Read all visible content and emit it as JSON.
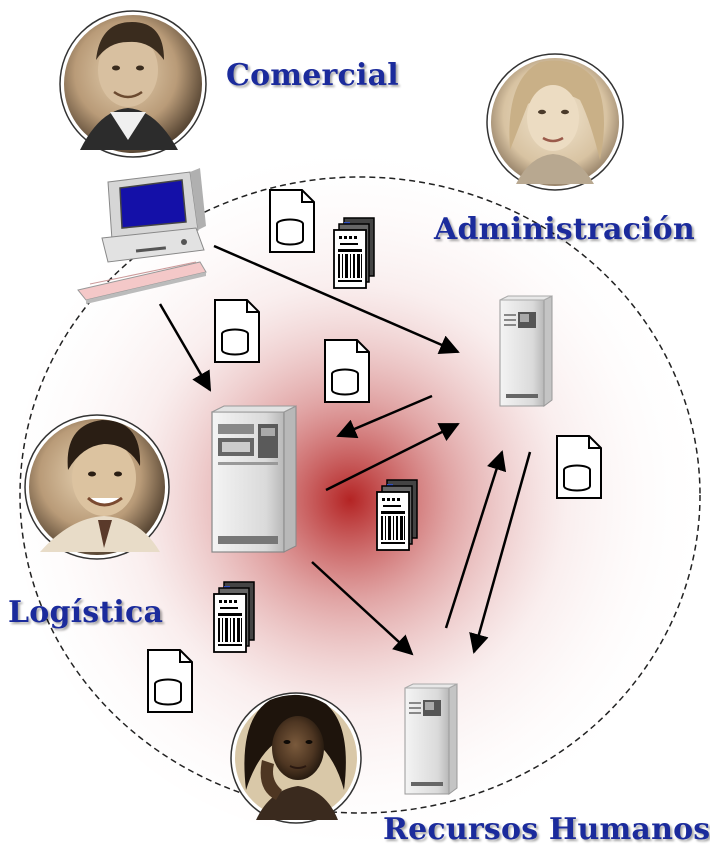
{
  "departments": {
    "comercial": "Comercial",
    "administracion": "Administración",
    "logistica": "Logística",
    "recursos_humanos": "Recursos Humanos"
  },
  "colors": {
    "label": "#1b2b9c",
    "network_glow": "#b02020",
    "arrow": "#000000",
    "monitor_screen": "#1410a8"
  },
  "icons": [
    "person-photo",
    "desktop-computer",
    "server-tower",
    "database-document",
    "barcode-document-stack",
    "arrow"
  ]
}
